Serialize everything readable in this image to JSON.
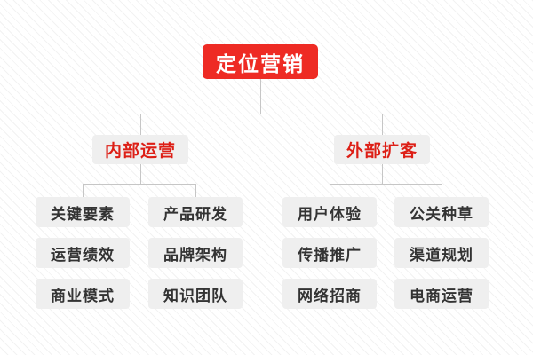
{
  "diagram": {
    "type": "tree",
    "title_text": "定位营销",
    "colors": {
      "root_bg": "#ee2b24",
      "root_text": "#ffffff",
      "branch_bg": "#efefef",
      "branch_text": "#dd1f16",
      "leaf_bg": "#efefef",
      "leaf_text": "#333333",
      "connector": "#c6c6c6",
      "background": "#ffffff",
      "stripe": "#f2f2f2"
    },
    "root": {
      "label": "定位营销"
    },
    "branches": [
      {
        "label": "内部运营",
        "columns": [
          {
            "items": [
              "关键要素",
              "运营绩效",
              "商业模式"
            ]
          },
          {
            "items": [
              "产品研发",
              "品牌架构",
              "知识团队"
            ]
          }
        ]
      },
      {
        "label": "外部扩客",
        "columns": [
          {
            "items": [
              "用户体验",
              "传播推广",
              "网络招商"
            ]
          },
          {
            "items": [
              "公关种草",
              "渠道规划",
              "电商运营"
            ]
          }
        ]
      }
    ]
  }
}
